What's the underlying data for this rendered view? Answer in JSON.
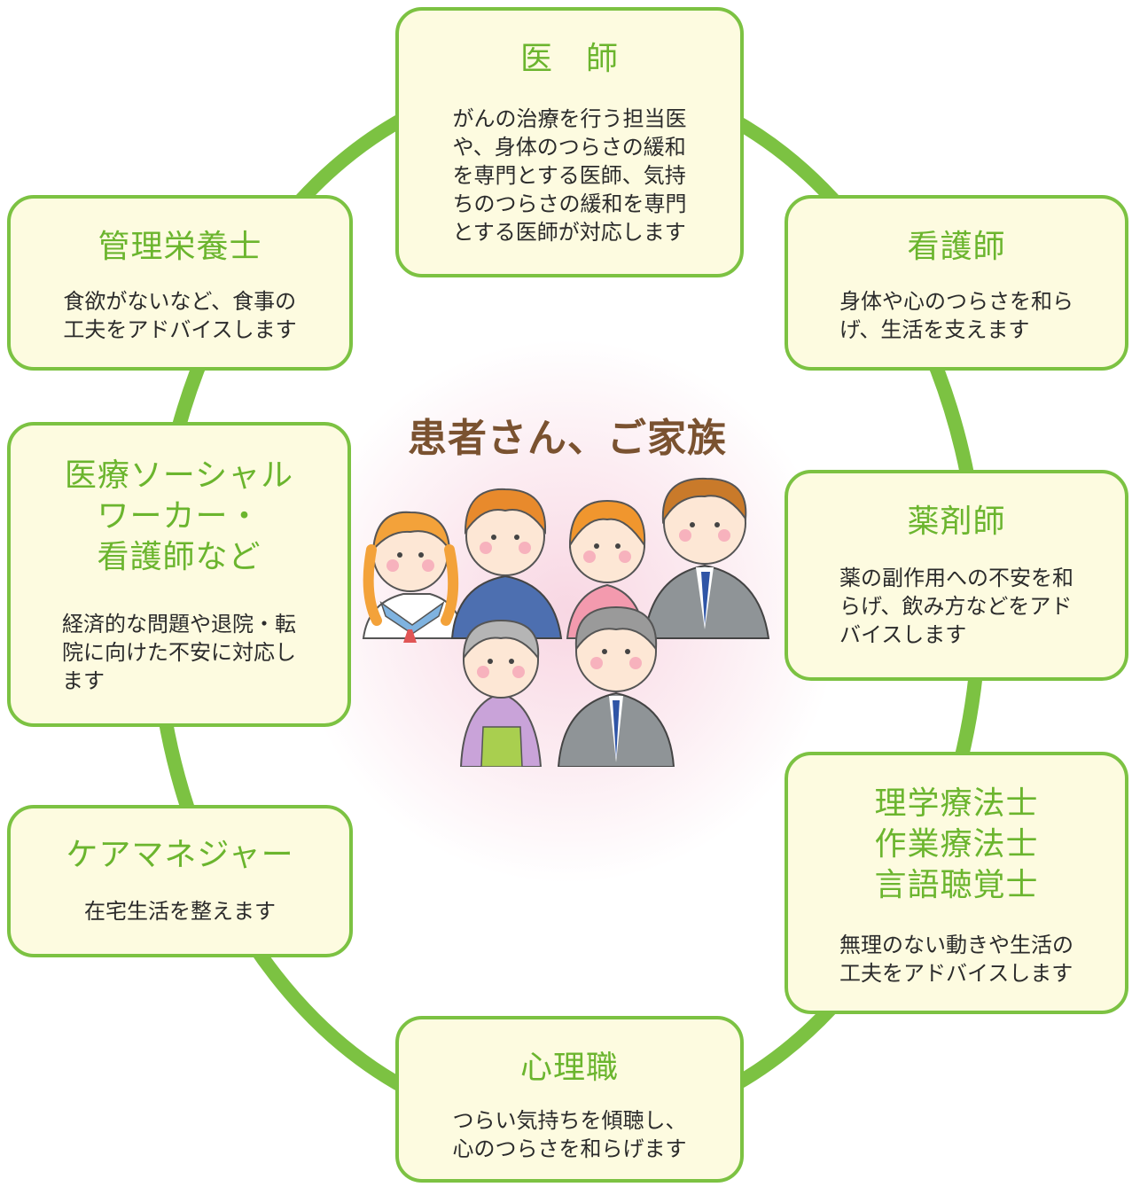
{
  "center": {
    "title": "患者さん、ご家族"
  },
  "colors": {
    "ring": "#7cc242",
    "box_border": "#7cc242",
    "box_fill": "#fdfbe0",
    "title_green": "#6bb52e",
    "center_brown": "#7a5230"
  },
  "roles": {
    "doctor": {
      "title": "医　師",
      "desc": "がんの治療を行う担当医\nや、身体のつらさの緩和\nを専門とする医師、気持\nちのつらさの緩和を専門\nとする医師が対応します"
    },
    "nutrition": {
      "title": "管理栄養士",
      "desc": "食欲がないなど、食事の\n工夫をアドバイスします"
    },
    "nurse": {
      "title": "看護師",
      "desc": "身体や心のつらさを和ら\nげ、生活を支えます"
    },
    "msw": {
      "title": "医療ソーシャル\nワーカー・\n看護師など",
      "desc": "経済的な問題や退院・転\n院に向けた不安に対応し\nます"
    },
    "pharm": {
      "title": "薬剤師",
      "desc": "薬の副作用への不安を和\nらげ、飲み方などをアド\nバイスします"
    },
    "care": {
      "title": "ケアマネジャー",
      "desc": "在宅生活を整えます"
    },
    "rehab": {
      "title": "理学療法士\n作業療法士\n言語聴覚士",
      "desc": "無理のない動きや生活の\n工夫をアドバイスします"
    },
    "psych": {
      "title": "心理職",
      "desc": "つらい気持ちを傾聴し、\n心のつらさを和らげます"
    }
  }
}
